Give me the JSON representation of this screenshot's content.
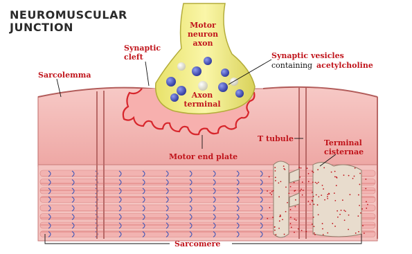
{
  "title": {
    "line1": "NEUROMUSCULAR",
    "line2": "JUNCTION"
  },
  "labels": {
    "motor_neuron_axon": [
      "Motor",
      "neuron",
      "axon"
    ],
    "synaptic_cleft": [
      "Synaptic",
      "cleft"
    ],
    "synaptic_vesicles": "Synaptic vesicles",
    "containing": "containing",
    "acetylcholine": "acetylcholine",
    "sarcolemma": "Sarcolemma",
    "axon_terminal": [
      "Axon",
      "terminal"
    ],
    "t_tubule": "T tubule",
    "terminal_cisternae": [
      "Terminal",
      "cisternae"
    ],
    "motor_end_plate": "Motor end plate",
    "sarcomere": "Sarcomere"
  },
  "colors": {
    "label_red": "#c0141b",
    "muscle_pink": "#f2b8b6",
    "axon_yellow": "#f3ef8a",
    "vesicle_blue": "#3a49b8",
    "end_plate_red": "#d7262c"
  }
}
